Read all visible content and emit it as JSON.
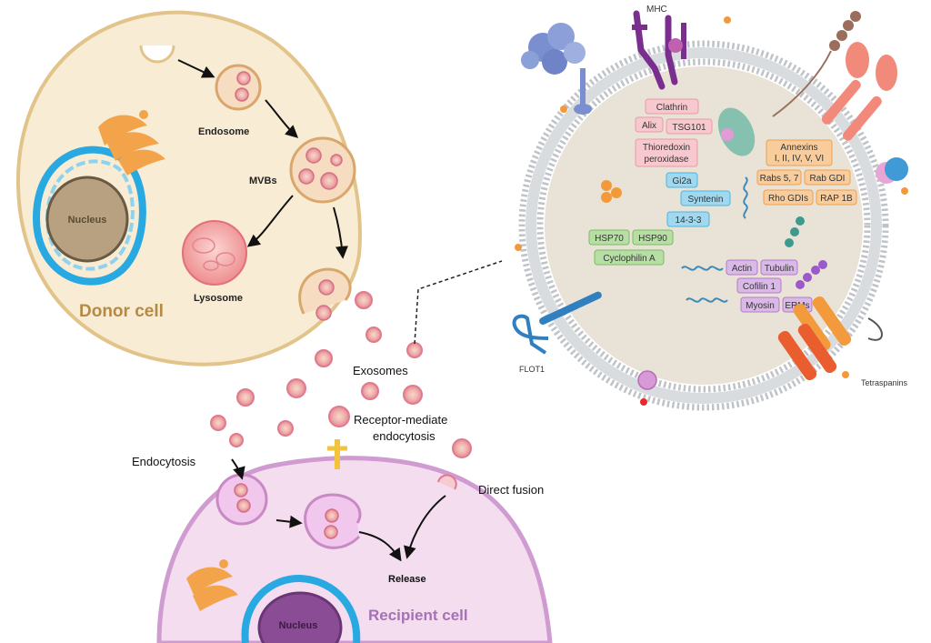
{
  "donor_cell": {
    "title": "Donor cell",
    "nucleus": "Nucleus",
    "endosome": "Endosome",
    "mvbs": "MVBs",
    "lysosome": "Lysosome"
  },
  "recipient_cell": {
    "title": "Recipient cell",
    "nucleus": "Nucleus",
    "release": "Release"
  },
  "pathways": {
    "exosomes": "Exosomes",
    "receptor_line1": "Receptor-mediate",
    "receptor_line2": "endocytosis",
    "endocytosis": "Endocytosis",
    "direct_fusion": "Direct fusion"
  },
  "exosome_detail": {
    "mhc": "MHC",
    "flot1": "FLOT1",
    "tetraspanins": "Tetraspanins",
    "tags_pink": [
      "Clathrin",
      "Alix",
      "TSG101",
      "Thioredoxin",
      "peroxidase"
    ],
    "tags_blue": [
      "Gi2a",
      "Syntenin",
      "14-3-3"
    ],
    "tags_green": [
      "HSP70",
      "HSP90",
      "Cyclophilin A"
    ],
    "tags_orange": [
      "Annexins",
      "I, II, IV, V, VI",
      "Rabs 5, 7",
      "Rab GDI",
      "Rho GDIs",
      "RAP 1B"
    ],
    "tags_purple": [
      "Actin",
      "Tubulin",
      "Cofilin 1",
      "Myosin",
      "ERMs"
    ]
  },
  "colors": {
    "donor_fill": "#f8ecd4",
    "donor_border": "#e2c48a",
    "recipient_fill": "#f3ddef",
    "recipient_border": "#cf9bd0",
    "exosome_core": "#e9e2d6",
    "vesicle": "#e8899a",
    "tag_pink": "#f7c9cf",
    "tag_blue": "#9fd8ef",
    "tag_green": "#b7dfa5",
    "tag_orange": "#f9cc9b",
    "tag_purple": "#d9b9e6"
  }
}
